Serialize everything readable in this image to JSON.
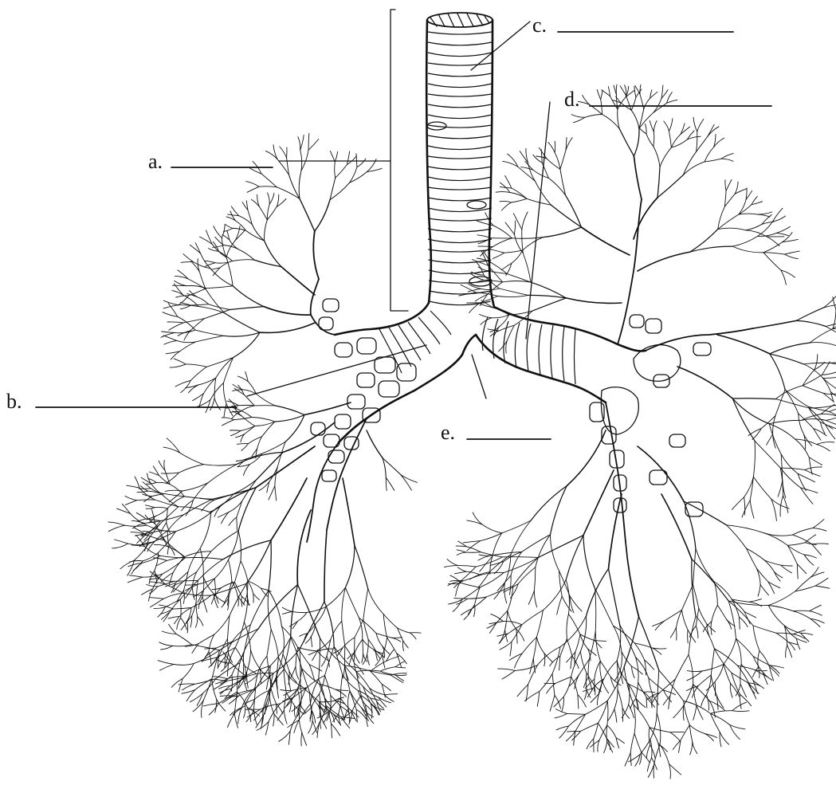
{
  "labels": {
    "a": "a.",
    "b": "b.",
    "c": "c.",
    "d": "d.",
    "e": "e."
  }
}
